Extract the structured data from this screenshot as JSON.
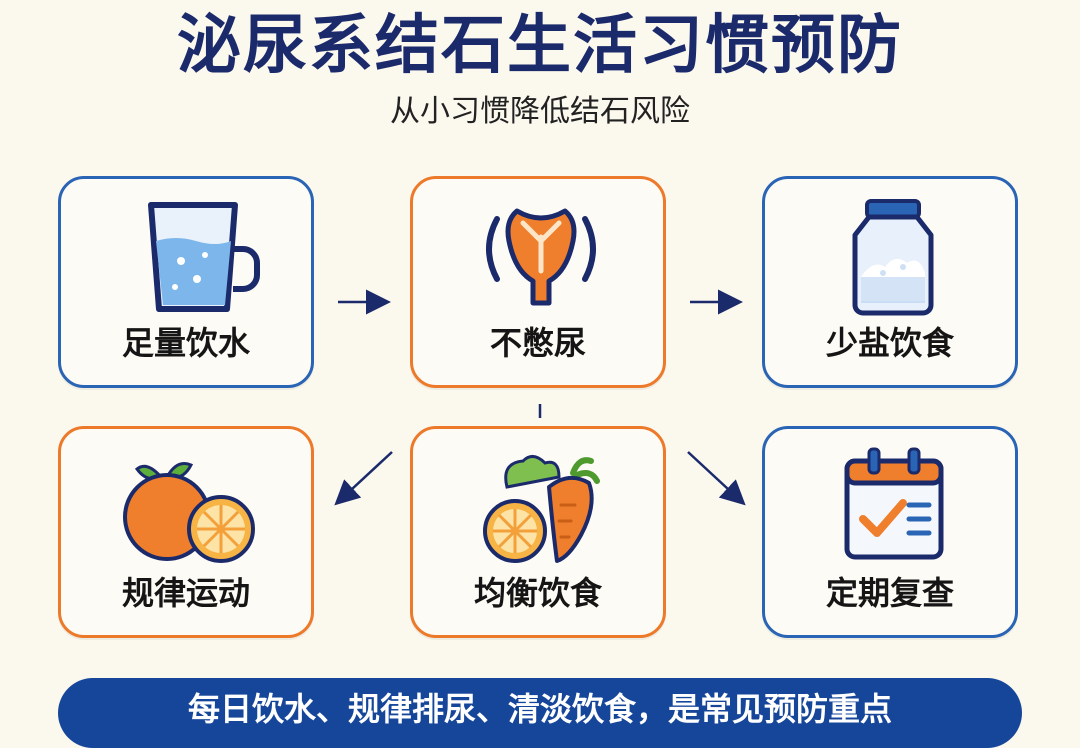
{
  "header": {
    "title": "泌尿系结石生活习惯预防",
    "subtitle": "从小习惯降低结石风险"
  },
  "cards": [
    {
      "label": "足量饮水",
      "icon": "water-glass-icon"
    },
    {
      "label": "不憋尿",
      "icon": "bladder-icon"
    },
    {
      "label": "少盐饮食",
      "icon": "salt-jar-icon"
    },
    {
      "label": "规律运动",
      "icon": "orange-fruit-icon"
    },
    {
      "label": "均衡饮食",
      "icon": "vegetables-icon"
    },
    {
      "label": "定期复查",
      "icon": "calendar-check-icon"
    }
  ],
  "banner": {
    "text": "每日饮水、规律排尿、清淡饮食，是常见预防重点"
  },
  "colors": {
    "navy": "#1b2a6b",
    "blue": "#2a64b4",
    "orange": "#ec7a2a",
    "banner": "#16469a",
    "background": "#fbf8ee"
  }
}
